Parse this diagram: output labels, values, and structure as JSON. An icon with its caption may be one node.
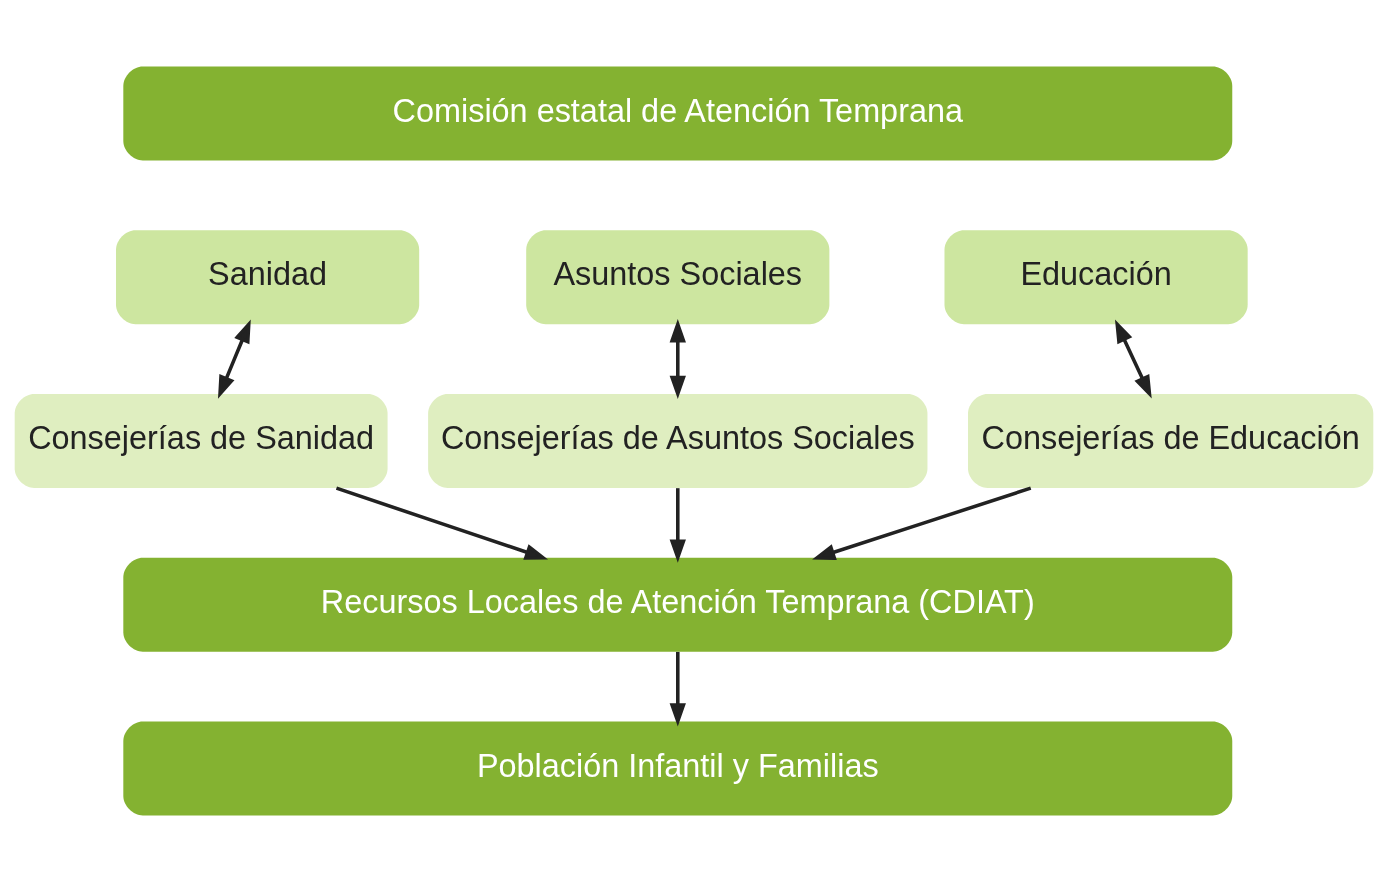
{
  "diagram": {
    "nodes": [
      {
        "text": [
          "Comisión estatal de Atención Temprana"
        ]
      },
      {
        "text": [
          "Sanidad"
        ]
      },
      {
        "text": [
          "Asuntos Sociales"
        ]
      },
      {
        "text": [
          "Educación"
        ]
      },
      {
        "text": [
          "Consejerías de Sanidad"
        ]
      },
      {
        "text": [
          "Consejerías de Asuntos Sociales"
        ]
      },
      {
        "text": [
          "Consejerías de Educación"
        ]
      },
      {
        "text": [
          "Recursos Locales de Atención Temprana (CDIAT)"
        ]
      },
      {
        "text": [
          "Población Infantil y Familias"
        ]
      }
    ],
    "edges": [
      {
        "from": 1,
        "to": 4,
        "arrow": "both"
      },
      {
        "from": 2,
        "to": 5,
        "arrow": "both"
      },
      {
        "from": 3,
        "to": 6,
        "arrow": "both"
      },
      {
        "from": 4,
        "to": 7,
        "arrow": "to"
      },
      {
        "from": 5,
        "to": 7,
        "arrow": "to"
      },
      {
        "from": 6,
        "to": 7,
        "arrow": "to"
      },
      {
        "from": 7,
        "to": 8,
        "arrow": "to"
      }
    ]
  }
}
